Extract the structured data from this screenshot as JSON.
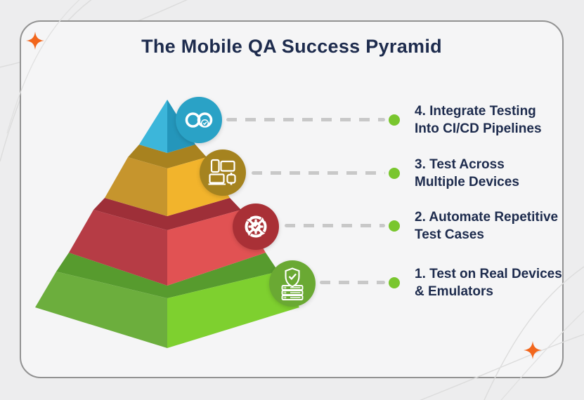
{
  "title": "The Mobile QA Success Pyramid",
  "colors": {
    "text_navy": "#1d2b4d",
    "card_background": "#f5f5f6",
    "page_background": "#ededee",
    "card_border": "#929292",
    "dash_gray": "#c8c8c8",
    "dot_green": "#79c62e",
    "sparkle_orange": "#f2661c",
    "decor_arc_gray": "#dcdcdc"
  },
  "pyramid": {
    "layers": [
      {
        "name": "level-1-base-green",
        "top": "#579b2e",
        "left": "#6cae3d",
        "right": "#7ed02f"
      },
      {
        "name": "level-2-red",
        "top": "#9e2f38",
        "left": "#b63c45",
        "right": "#e15253"
      },
      {
        "name": "level-3-gold",
        "top": "#a8821f",
        "left": "#c6952d",
        "right": "#f2b42c"
      },
      {
        "name": "level-4-cyan-top",
        "left": "#3cb6da",
        "right": "#2496bb"
      }
    ]
  },
  "rows": [
    {
      "icon": "cicd-infinity-icon",
      "circle_color": "#2aa2c6",
      "label": [
        "4. Integrate Testing",
        "Into CI/CD Pipelines"
      ]
    },
    {
      "icon": "multi-devices-icon",
      "circle_color": "#a5831f",
      "label": [
        "3. Test Across",
        "Multiple Devices"
      ]
    },
    {
      "icon": "automation-gear-icon",
      "circle_color": "#a93036",
      "label": [
        "2. Automate Repetitive",
        "Test Cases"
      ]
    },
    {
      "icon": "shield-server-icon",
      "circle_color": "#6aa933",
      "label": [
        "1. Test on Real Devices",
        "& Emulators"
      ]
    }
  ]
}
